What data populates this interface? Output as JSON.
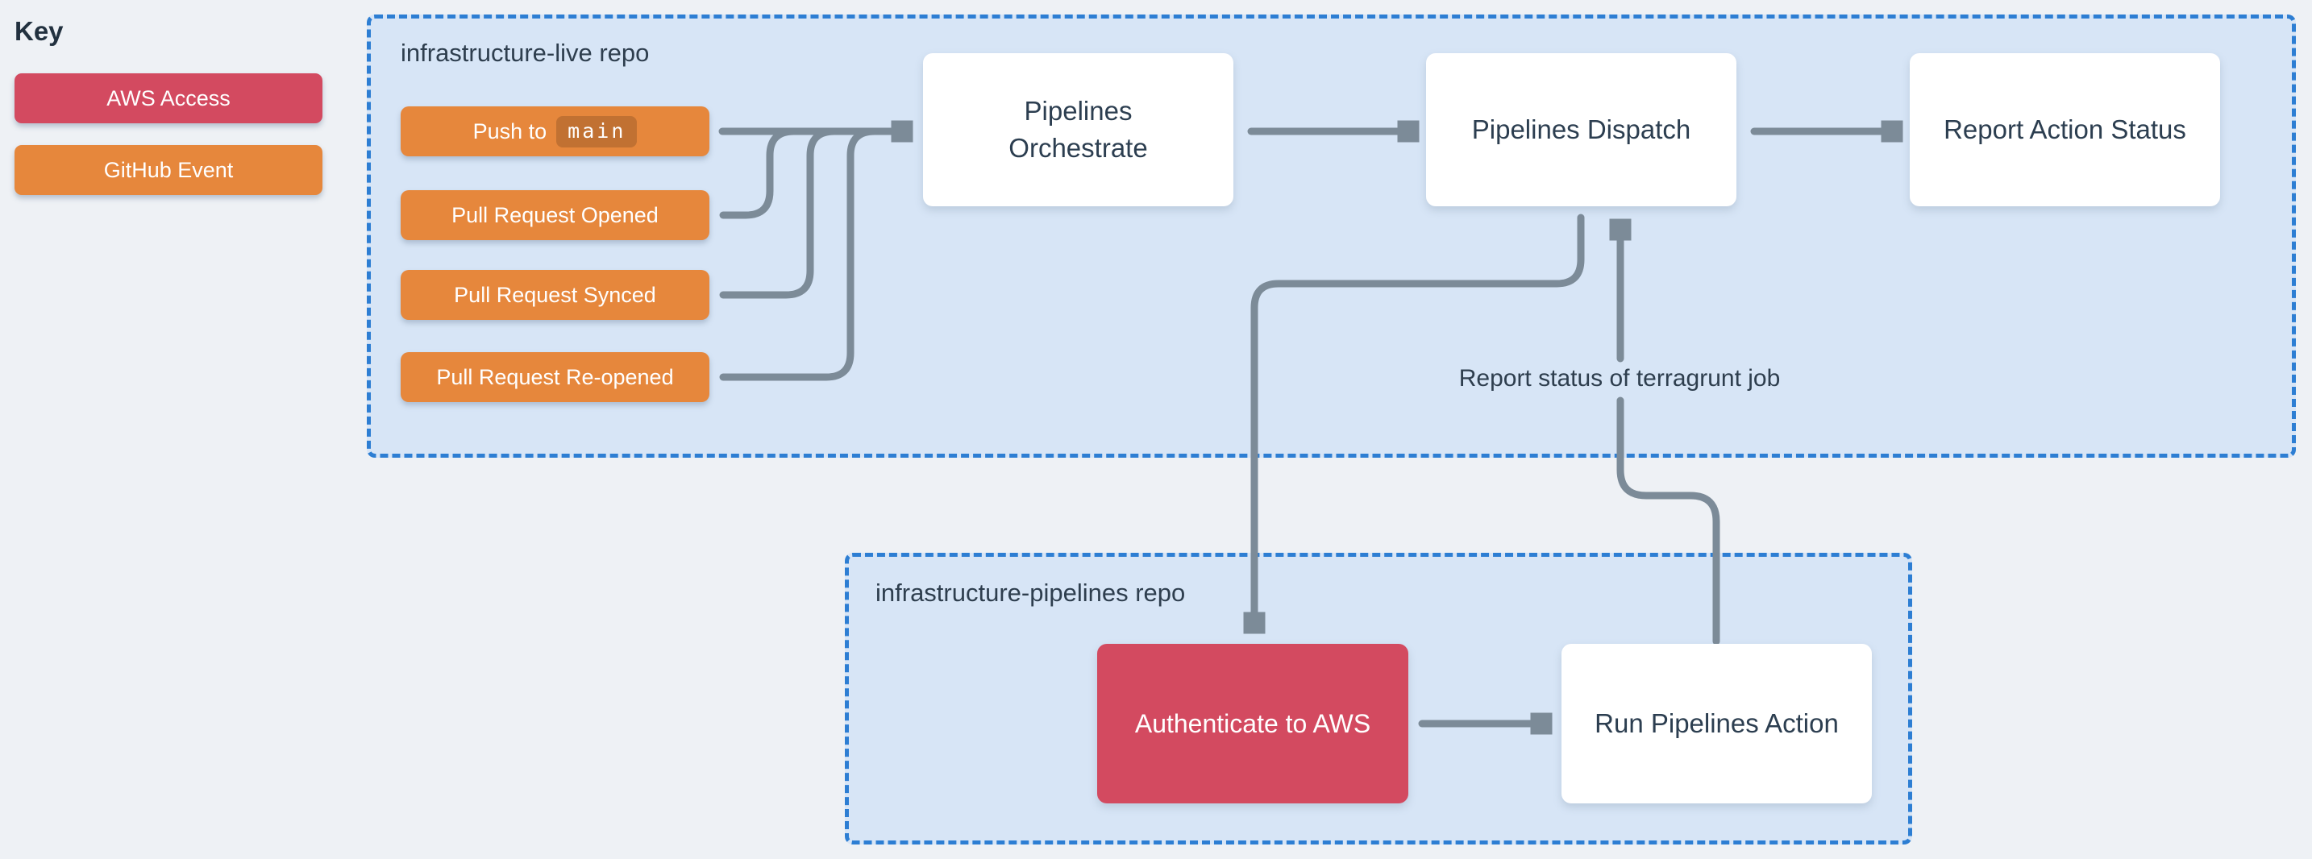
{
  "key": {
    "title": "Key",
    "items": [
      {
        "label": "AWS Access",
        "color": "#d34a60"
      },
      {
        "label": "GitHub Event",
        "color": "#e6873c"
      }
    ]
  },
  "live_repo": {
    "title": "infrastructure-live repo",
    "events": [
      {
        "prefix": "Push to",
        "code": "main"
      },
      {
        "label": "Pull Request Opened"
      },
      {
        "label": "Pull Request Synced"
      },
      {
        "label": "Pull Request Re-opened"
      }
    ],
    "nodes": [
      {
        "label": "Pipelines\nOrchestrate"
      },
      {
        "label": "Pipelines Dispatch"
      },
      {
        "label": "Report Action Status"
      }
    ]
  },
  "pipelines_repo": {
    "title": "infrastructure-pipelines repo",
    "nodes": [
      {
        "label": "Authenticate to AWS",
        "type": "aws-access"
      },
      {
        "label": "Run Pipelines Action",
        "type": "default"
      }
    ]
  },
  "annotations": {
    "report_status": "Report status of terragrunt job"
  },
  "colors": {
    "page_bg": "#eef1f5",
    "container_bg": "#d7e5f6",
    "container_border": "#2d7ed3",
    "github_event": "#e6873c",
    "aws_access": "#d34a60",
    "node_bg": "#ffffff",
    "arrow": "#7c8b98",
    "text_dark": "#2c3e50"
  }
}
